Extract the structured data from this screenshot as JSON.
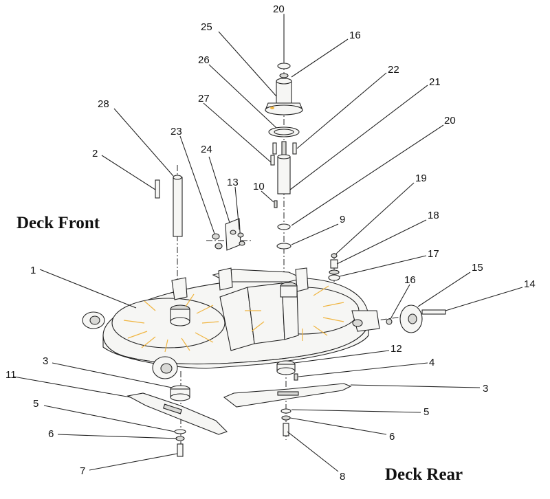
{
  "titles": {
    "front": "Deck Front",
    "rear": "Deck Rear"
  },
  "callouts": [
    "20",
    "25",
    "16",
    "22",
    "26",
    "21",
    "28",
    "27",
    "20",
    "23",
    "24",
    "2",
    "13",
    "10",
    "19",
    "9",
    "18",
    "17",
    "1",
    "15",
    "16",
    "14",
    "3",
    "12",
    "4",
    "11",
    "3",
    "5",
    "5",
    "6",
    "6",
    "7",
    "8"
  ],
  "colors": {
    "line": "#222222",
    "accent": "#f0b541",
    "background": "#ffffff"
  }
}
